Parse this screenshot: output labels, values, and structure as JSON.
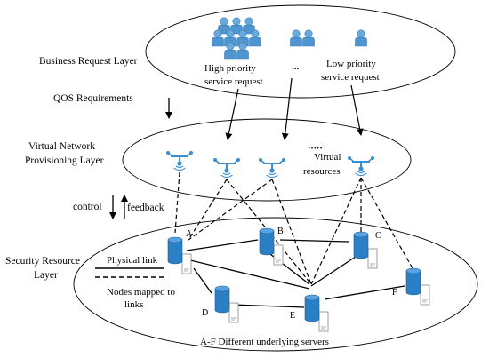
{
  "layers": {
    "business": "Business Request Layer",
    "qos": "QOS Requirements",
    "virtual_line1": "Virtual Network",
    "virtual_line2": "Provisioning Layer",
    "control": "control",
    "feedback": "feedback",
    "security_line1": "Security Resource",
    "security_line2": "Layer"
  },
  "business": {
    "high_line1": "High priority",
    "high_line2": "service request",
    "ellipsis": "...",
    "low_line1": "Low priority",
    "low_line2": "service request"
  },
  "virtual": {
    "label_line1": "Virtual",
    "label_line2": "resources",
    "dots": "·····"
  },
  "legend": {
    "physical_link": "Physical link",
    "mapped_line1": "Nodes mapped to",
    "mapped_line2": "links"
  },
  "servers": [
    {
      "id": "A"
    },
    {
      "id": "B"
    },
    {
      "id": "C"
    },
    {
      "id": "D"
    },
    {
      "id": "E"
    },
    {
      "id": "F"
    }
  ],
  "footer": "A-F Different underlying servers",
  "colors": {
    "server": "#2b7fc4",
    "person": "#5a9fd4",
    "antenna": "#3a8fd0"
  },
  "icons": [
    "person-icon",
    "antenna-icon",
    "server-icon"
  ]
}
